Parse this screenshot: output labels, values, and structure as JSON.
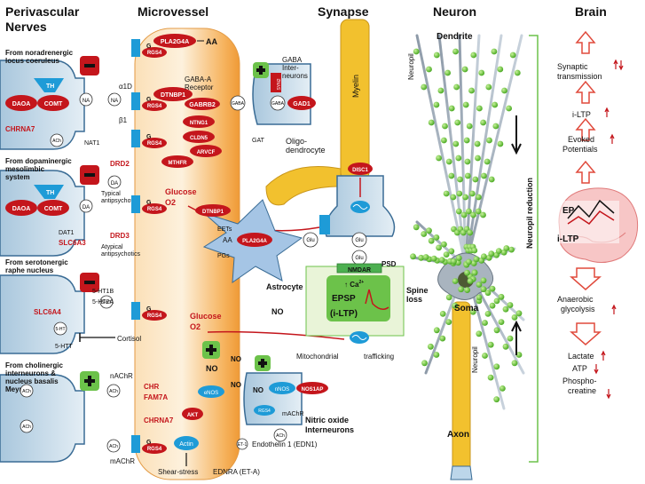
{
  "headers": {
    "perivascular": "Perivascular Nerves",
    "microvessel": "Microvessel",
    "synapse": "Synapse",
    "neuron": "Neuron",
    "brain": "Brain"
  },
  "left": {
    "noradrenergic": "From noradrenergic locus coeruleus",
    "dopaminergic": "From dopaminergic mesolimbic system",
    "serotonergic": "From serotonergic raphe nucleus",
    "cholinergic": "From cholinergic interneurons & nucleus basalis Meynert",
    "daoa": "DAOA",
    "comt": "COMT",
    "th": "TH",
    "na": "NA",
    "ach": "ACh",
    "chrna7": "CHRNA7",
    "nat1": "NAT1",
    "dat1": "DAT1",
    "da": "DA",
    "slc6a3": "SLC6A3",
    "slc6a4": "SLC6A4",
    "ht5": "5-HT",
    "htt": "5-HTT",
    "drd2": "DRD2",
    "drd3": "DRD3",
    "typical": "Typical antipsychotics",
    "atypical": "Atypical antipsychotics",
    "ht1b": "5-HT1B",
    "ht2a": "5-HT2A",
    "cortisol": "Cortisol",
    "a1d": "α1D",
    "b1": "β1",
    "nachr": "nAChR",
    "machr": "mAChR",
    "chr": "CHR",
    "fam7a": "FAM7A",
    "minus": "−",
    "plus": "+"
  },
  "vessel": {
    "g": "G",
    "rgs4": "RGS4",
    "pla2g4a": "PLA2G4A",
    "aa": "AA",
    "dtnbp1": "DTNBP1",
    "gabaa": "GABA-A Receptor",
    "gabrb2": "GABRB2",
    "ntng1": "NTNG1",
    "cldn5": "CLDN5",
    "arvcf": "ARVCF",
    "mthfr": "MTHFR",
    "glucose": "Glucose",
    "o2": "O2",
    "no": "NO",
    "enos": "eNOS",
    "akt": "AKT",
    "actin": "Actin",
    "shear": "Shear-stress",
    "et1": "ET-1",
    "edn1": "Endothelin 1 (EDN1)",
    "ednra": "EDNRA (ET-A)",
    "eets": "EETs",
    "pgs": "PGs"
  },
  "synapse": {
    "gaba_inter": "GABA Inter-neurons",
    "syn2": "SYN2",
    "gad1": "GAD1",
    "gaba": "GABA",
    "gat": "GAT",
    "myelin": "Myelin",
    "oligo": "Oligo-dendrocyte",
    "disc1": "DISC1",
    "astro": "Astrocyte",
    "glu": "Glu",
    "nmdar": "NMDAR",
    "psd": "PSD",
    "ca": "↑ Ca",
    "ca_sup": "2+",
    "epsp": "EPSP",
    "iltp": "(i-LTP)",
    "spine": "Spine loss",
    "mito": "Mitochondrial",
    "traffic": "trafficking",
    "nos1ap": "NOS1AP",
    "nnos": "nNOS",
    "nitric": "Nitric oxide Interneurons"
  },
  "neuron": {
    "dendrite": "Dendrite",
    "neuropil": "Neuropil",
    "soma": "Soma",
    "axon": "Axon",
    "reduction": "Neuropil reduction"
  },
  "brain": {
    "syn": "Synaptic transmission",
    "iltp": "i-LTP",
    "evoked": "Evoked Potentials",
    "ep": "EP",
    "iltp2": "i-LTP",
    "anaer": "Anaerobic glycolysis",
    "lactate": "Lactate",
    "atp": "ATP",
    "phospho": "Phospho-creatine"
  },
  "colors": {
    "red_gene": "#c4161c",
    "blue_protein": "#1e9bd7",
    "vessel_orange": "#f4a340",
    "green_dot": "#7ac943",
    "myelin": "#f2c12e"
  }
}
